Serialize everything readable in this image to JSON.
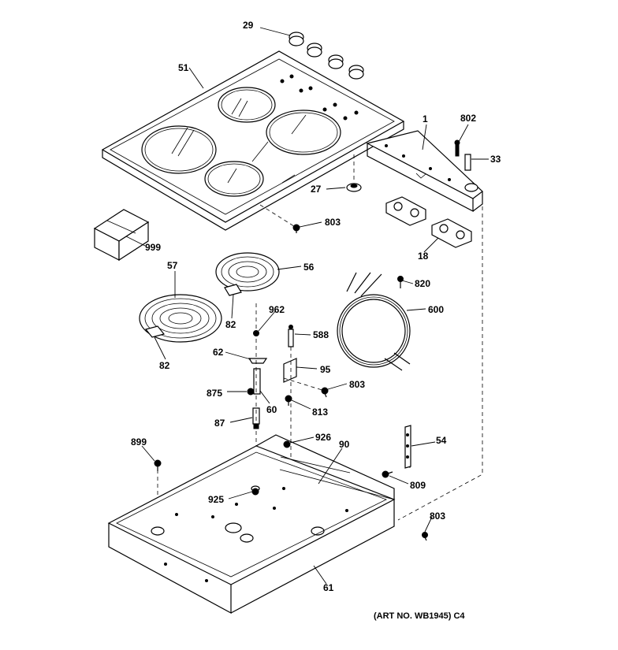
{
  "labels": {
    "l29": "29",
    "l51": "51",
    "l1": "1",
    "l802": "802",
    "l33": "33",
    "l27": "27",
    "l803a": "803",
    "l999": "999",
    "l18": "18",
    "l57": "57",
    "l56": "56",
    "l82a": "82",
    "l82b": "82",
    "l820": "820",
    "l600": "600",
    "l962": "962",
    "l588": "588",
    "l62": "62",
    "l95": "95",
    "l803b": "803",
    "l875": "875",
    "l60": "60",
    "l813": "813",
    "l87": "87",
    "l899": "899",
    "l926": "926",
    "l90": "90",
    "l54": "54",
    "l809": "809",
    "l925": "925",
    "l803c": "803",
    "l61": "61"
  },
  "caption": "(ART NO. WB1945) C4"
}
